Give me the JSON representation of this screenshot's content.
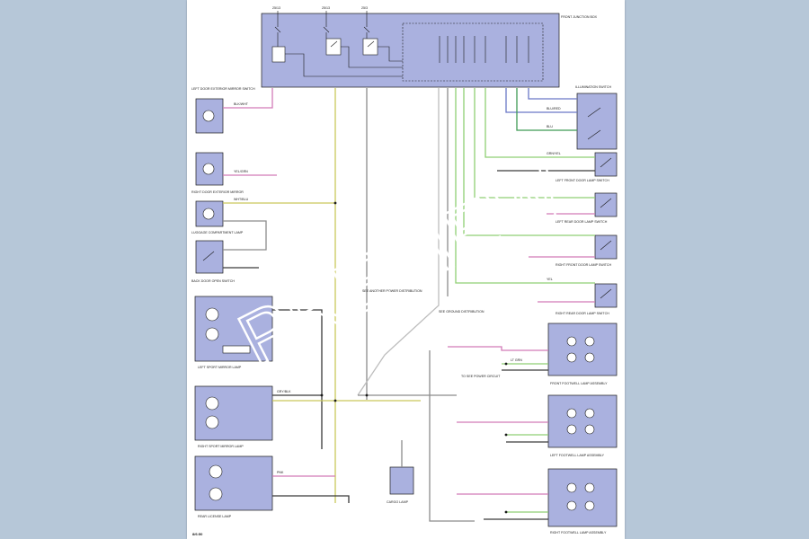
{
  "diagram": {
    "watermark": "PREVIEW",
    "page_number": "8/6:50",
    "fuse_labels": [
      "25/13",
      "25/13",
      "25/3"
    ],
    "component_labels": {
      "front_junction_box": "FRONT JUNCTION BOX",
      "left_door_speaker_rear": "LEFT DOOR EXTERIOR MIRROR SWITCH",
      "right_door_speaker": "RIGHT DOOR EXTERIOR MIRROR",
      "luggage_lamp": "LUGGAGE COMPARTMENT LAMP",
      "rear_door_switch": "BACK DOOR OPEN SWITCH",
      "left_mirror": "LEFT SPORT MIRROR LAMP",
      "right_mirror": "RIGHT SPORT MIRROR LAMP",
      "rear_lamp": "REAR LICENSE LAMP",
      "illumination_switch": "ILLUMINATION SWITCH",
      "door_switch_1": "LEFT FRONT DOOR LAMP SWITCH",
      "door_switch_2": "LEFT REAR DOOR LAMP SWITCH",
      "door_switch_3": "RIGHT FRONT DOOR LAMP SWITCH",
      "door_switch_4": "RIGHT REAR DOOR LAMP SWITCH",
      "front_footwell_lamp": "FRONT FOOTWELL LAMP ASSEMBLY",
      "left_footwell_lamp": "LEFT FOOTWELL LAMP ASSEMBLY",
      "right_footwell_lamp": "RIGHT FOOTWELL LAMP ASSEMBLY",
      "cargo_lamp": "CARGO LAMP"
    },
    "wire_labels": [
      "BLK/WHT",
      "YEL/GRN",
      "WHT/BLU",
      "GRN/YEL",
      "BLU/RED",
      "GRY/BLK",
      "LT GRN",
      "PNK",
      "YEL",
      "BLU"
    ],
    "notes": [
      "SEE ANOTHER POWER DISTRIBUTION",
      "SEE GROUND DISTRIBUTION",
      "TO SEE POWER CIRCUIT"
    ]
  }
}
